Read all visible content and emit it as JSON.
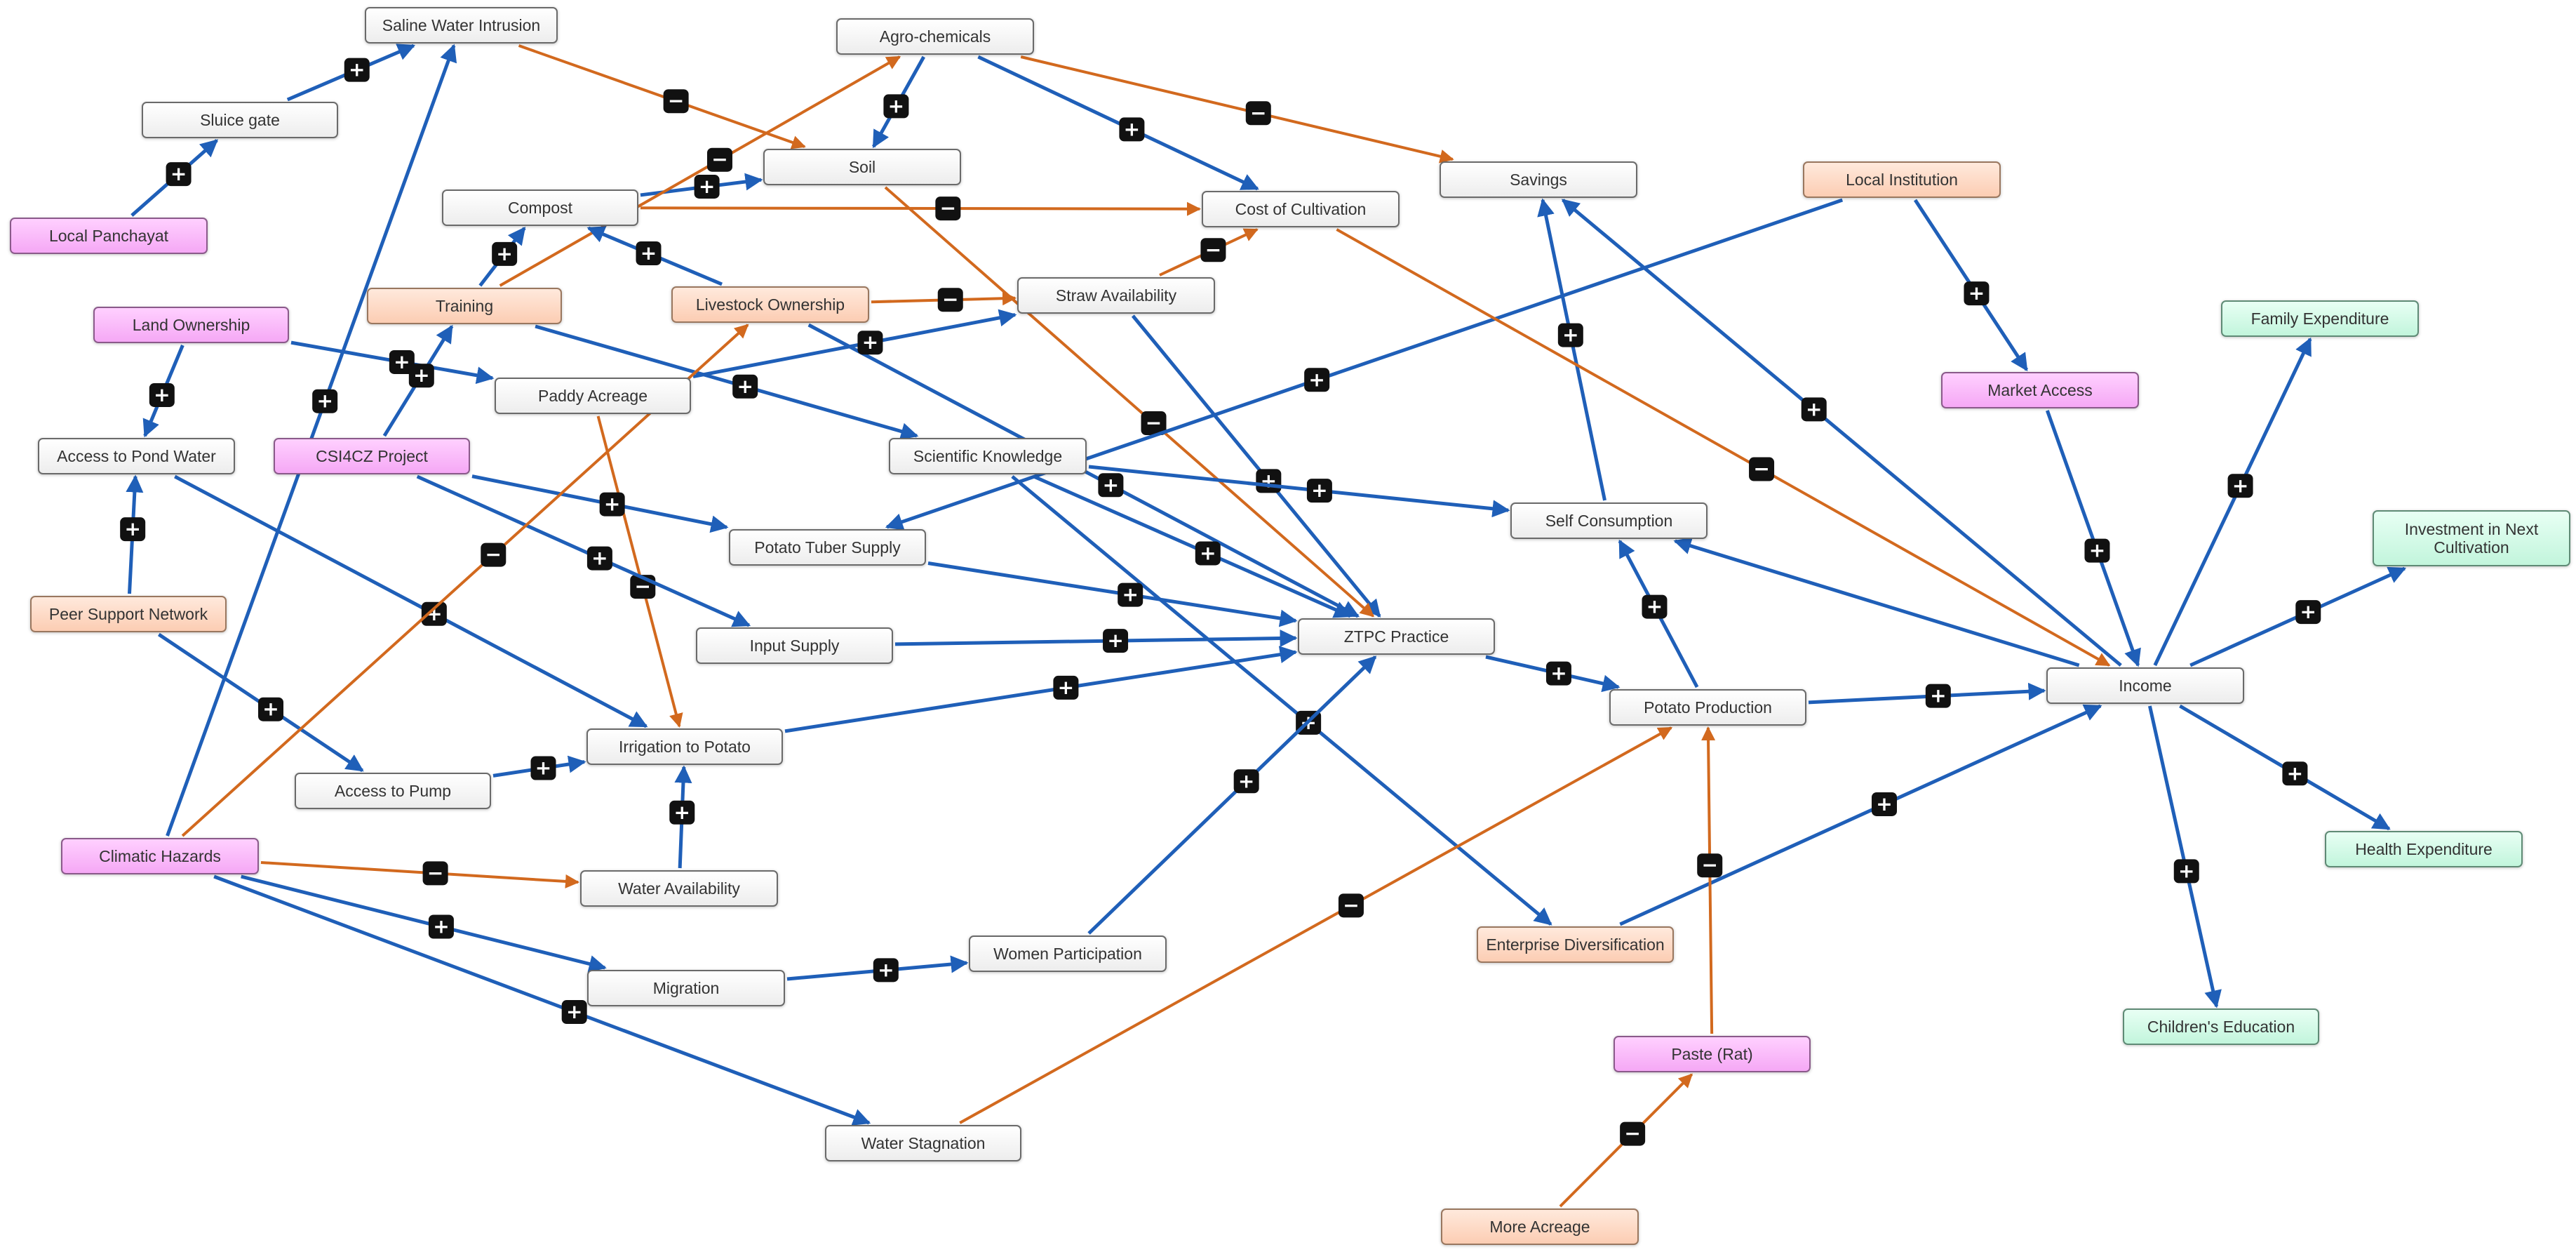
{
  "colors": {
    "positive": "#1f5fb8",
    "negative": "#d2691e",
    "badge_bg": "#111111",
    "badge_fg": "#ffffff"
  },
  "nodes": {
    "saline_water_intrusion": {
      "label": "Saline Water Intrusion",
      "kind": "grey"
    },
    "agro_chemicals": {
      "label": "Agro-chemicals",
      "kind": "grey"
    },
    "sluice_gate": {
      "label": "Sluice gate",
      "kind": "grey"
    },
    "soil": {
      "label": "Soil",
      "kind": "grey"
    },
    "savings": {
      "label": "Savings",
      "kind": "grey"
    },
    "local_institution": {
      "label": "Local Institution",
      "kind": "peach"
    },
    "compost": {
      "label": "Compost",
      "kind": "grey"
    },
    "cost_of_cultivation": {
      "label": "Cost of Cultivation",
      "kind": "grey"
    },
    "local_panchayat": {
      "label": "Local Panchayat",
      "kind": "pink"
    },
    "training": {
      "label": "Training",
      "kind": "peach"
    },
    "livestock_ownership": {
      "label": "Livestock Ownership",
      "kind": "peach"
    },
    "straw_availability": {
      "label": "Straw Availability",
      "kind": "grey"
    },
    "land_ownership": {
      "label": "Land Ownership",
      "kind": "pink"
    },
    "family_expenditure": {
      "label": "Family Expenditure",
      "kind": "mint"
    },
    "paddy_acreage": {
      "label": "Paddy Acreage",
      "kind": "grey"
    },
    "market_access": {
      "label": "Market Access",
      "kind": "pink"
    },
    "access_to_pond_water": {
      "label": "Access to Pond Water",
      "kind": "grey"
    },
    "csi4cz_project": {
      "label": "CSI4CZ Project",
      "kind": "pink"
    },
    "scientific_knowledge": {
      "label": "Scientific Knowledge",
      "kind": "grey"
    },
    "self_consumption": {
      "label": "Self Consumption",
      "kind": "grey"
    },
    "investment_next_cultivation": {
      "label": "Investment in Next Cultivation",
      "kind": "mint"
    },
    "potato_tuber_supply": {
      "label": "Potato Tuber Supply",
      "kind": "grey"
    },
    "peer_support_network": {
      "label": "Peer Support Network",
      "kind": "peach"
    },
    "ztpc_practice": {
      "label": "ZTPC Practice",
      "kind": "grey"
    },
    "input_supply": {
      "label": "Input Supply",
      "kind": "grey"
    },
    "income": {
      "label": "Income",
      "kind": "grey"
    },
    "potato_production": {
      "label": "Potato Production",
      "kind": "grey"
    },
    "irrigation_to_potato": {
      "label": "Irrigation to Potato",
      "kind": "grey"
    },
    "access_to_pump": {
      "label": "Access to Pump",
      "kind": "grey"
    },
    "health_expenditure": {
      "label": "Health Expenditure",
      "kind": "mint"
    },
    "climatic_hazards": {
      "label": "Climatic Hazards",
      "kind": "pink"
    },
    "water_availability": {
      "label": "Water Availability",
      "kind": "grey"
    },
    "women_participation": {
      "label": "Women Participation",
      "kind": "grey"
    },
    "enterprise_diversification": {
      "label": "Enterprise Diversification",
      "kind": "peach"
    },
    "migration": {
      "label": "Migration",
      "kind": "grey"
    },
    "childrens_education": {
      "label": "Children's Education",
      "kind": "mint"
    },
    "paste_rat": {
      "label": "Paste (Rat)",
      "kind": "pink"
    },
    "water_stagnation": {
      "label": "Water Stagnation",
      "kind": "grey"
    },
    "more_acreage": {
      "label": "More Acreage",
      "kind": "peach"
    }
  },
  "edges": [
    {
      "from": "local_panchayat",
      "to": "sluice_gate",
      "sign": "+"
    },
    {
      "from": "sluice_gate",
      "to": "saline_water_intrusion",
      "sign": "+"
    },
    {
      "from": "saline_water_intrusion",
      "to": "soil",
      "sign": "-"
    },
    {
      "from": "agro_chemicals",
      "to": "soil",
      "sign": "+"
    },
    {
      "from": "agro_chemicals",
      "to": "cost_of_cultivation",
      "sign": "+"
    },
    {
      "from": "agro_chemicals",
      "to": "savings",
      "sign": "-"
    },
    {
      "from": "compost",
      "to": "soil",
      "sign": "+"
    },
    {
      "from": "compost",
      "to": "cost_of_cultivation",
      "sign": "-"
    },
    {
      "from": "training",
      "to": "compost",
      "sign": "+"
    },
    {
      "from": "training",
      "to": "agro_chemicals",
      "sign": "-"
    },
    {
      "from": "training",
      "to": "scientific_knowledge",
      "sign": "+"
    },
    {
      "from": "livestock_ownership",
      "to": "compost",
      "sign": "+"
    },
    {
      "from": "livestock_ownership",
      "to": "straw_availability",
      "sign": "-"
    },
    {
      "from": "livestock_ownership",
      "to": "ztpc_practice",
      "sign": "+"
    },
    {
      "from": "straw_availability",
      "to": "cost_of_cultivation",
      "sign": "-"
    },
    {
      "from": "straw_availability",
      "to": "ztpc_practice",
      "sign": "+"
    },
    {
      "from": "soil",
      "to": "ztpc_practice",
      "sign": "-"
    },
    {
      "from": "land_ownership",
      "to": "access_to_pond_water",
      "sign": "+"
    },
    {
      "from": "land_ownership",
      "to": "paddy_acreage",
      "sign": "+"
    },
    {
      "from": "paddy_acreage",
      "to": "straw_availability",
      "sign": "+"
    },
    {
      "from": "paddy_acreage",
      "to": "irrigation_to_potato",
      "sign": "-"
    },
    {
      "from": "csi4cz_project",
      "to": "training",
      "sign": "+"
    },
    {
      "from": "csi4cz_project",
      "to": "potato_tuber_supply",
      "sign": "+"
    },
    {
      "from": "csi4cz_project",
      "to": "input_supply",
      "sign": "+"
    },
    {
      "from": "scientific_knowledge",
      "to": "ztpc_practice",
      "sign": "+"
    },
    {
      "from": "scientific_knowledge",
      "to": "enterprise_diversification",
      "sign": "+"
    },
    {
      "from": "scientific_knowledge",
      "to": "self_consumption",
      "sign": "+"
    },
    {
      "from": "local_institution",
      "to": "potato_tuber_supply",
      "sign": "+"
    },
    {
      "from": "local_institution",
      "to": "market_access",
      "sign": "+"
    },
    {
      "from": "potato_tuber_supply",
      "to": "ztpc_practice",
      "sign": "+"
    },
    {
      "from": "input_supply",
      "to": "ztpc_practice",
      "sign": "+"
    },
    {
      "from": "peer_support_network",
      "to": "access_to_pond_water",
      "sign": "+"
    },
    {
      "from": "peer_support_network",
      "to": "access_to_pump",
      "sign": "+"
    },
    {
      "from": "access_to_pond_water",
      "to": "irrigation_to_potato",
      "sign": "+"
    },
    {
      "from": "access_to_pump",
      "to": "irrigation_to_potato",
      "sign": "+"
    },
    {
      "from": "water_availability",
      "to": "irrigation_to_potato",
      "sign": "+"
    },
    {
      "from": "irrigation_to_potato",
      "to": "ztpc_practice",
      "sign": "+"
    },
    {
      "from": "climatic_hazards",
      "to": "saline_water_intrusion",
      "sign": "+"
    },
    {
      "from": "climatic_hazards",
      "to": "livestock_ownership",
      "sign": "-"
    },
    {
      "from": "climatic_hazards",
      "to": "water_availability",
      "sign": "-"
    },
    {
      "from": "climatic_hazards",
      "to": "migration",
      "sign": "+"
    },
    {
      "from": "climatic_hazards",
      "to": "water_stagnation",
      "sign": "+"
    },
    {
      "from": "migration",
      "to": "women_participation",
      "sign": "+"
    },
    {
      "from": "women_participation",
      "to": "ztpc_practice",
      "sign": "+"
    },
    {
      "from": "water_stagnation",
      "to": "potato_production",
      "sign": "-"
    },
    {
      "from": "ztpc_practice",
      "to": "potato_production",
      "sign": "+"
    },
    {
      "from": "potato_production",
      "to": "self_consumption",
      "sign": "+"
    },
    {
      "from": "potato_production",
      "to": "income",
      "sign": "+"
    },
    {
      "from": "self_consumption",
      "to": "savings",
      "sign": "+"
    },
    {
      "from": "income",
      "to": "self_consumption",
      "sign": ""
    },
    {
      "from": "income",
      "to": "savings",
      "sign": "+"
    },
    {
      "from": "cost_of_cultivation",
      "to": "income",
      "sign": "-"
    },
    {
      "from": "enterprise_diversification",
      "to": "income",
      "sign": "+"
    },
    {
      "from": "paste_rat",
      "to": "potato_production",
      "sign": "-"
    },
    {
      "from": "more_acreage",
      "to": "paste_rat",
      "sign": "-"
    },
    {
      "from": "market_access",
      "to": "income",
      "sign": "+"
    },
    {
      "from": "income",
      "to": "family_expenditure",
      "sign": "+"
    },
    {
      "from": "income",
      "to": "investment_next_cultivation",
      "sign": "+"
    },
    {
      "from": "income",
      "to": "health_expenditure",
      "sign": "+"
    },
    {
      "from": "income",
      "to": "childrens_education",
      "sign": "+"
    }
  ]
}
